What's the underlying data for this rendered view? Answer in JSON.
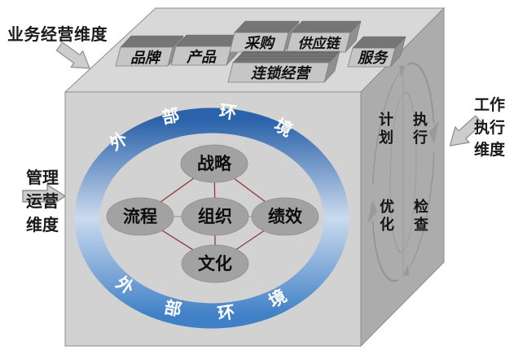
{
  "title_labels": {
    "business_dimension": "业务经营维度",
    "management_dimension": "管理\n运营\n维度",
    "execution_dimension": "工作\n执行\n维度"
  },
  "top_face_boxes": [
    "品牌",
    "产品",
    "采购",
    "供应链",
    "服务",
    "连锁经营"
  ],
  "front_face": {
    "ring_text_top": "外 部 环 境",
    "ring_text_bottom": "外 部 环 境",
    "nodes": [
      "战略",
      "流程",
      "组织",
      "绩效",
      "文化"
    ]
  },
  "right_face": {
    "cycle_steps": [
      "计划",
      "执行",
      "优化",
      "检查"
    ]
  },
  "colors": {
    "ring_top": "#2b62aa",
    "ring_light": "#cbdaee",
    "ring_bottom": "#3f80c6",
    "node_fill": "#a2a2a2",
    "connector_red": "#8f383a",
    "face_front": "#d2d2d2",
    "face_top": "#d8d8d8",
    "face_right": "#acacac"
  }
}
